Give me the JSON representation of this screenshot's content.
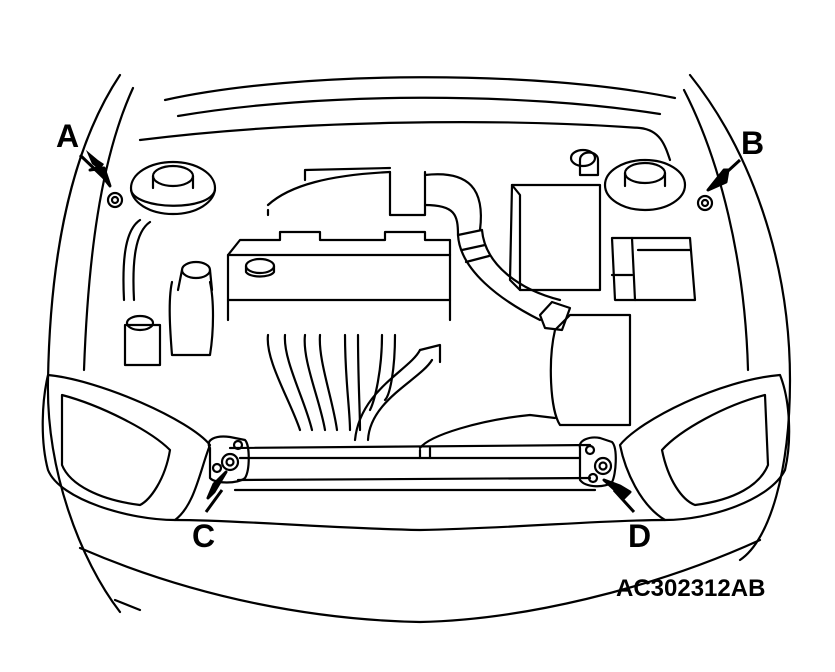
{
  "figure": {
    "callouts": {
      "a": "A",
      "b": "B",
      "c": "C",
      "d": "D"
    },
    "figure_code": "AC302312AB"
  }
}
